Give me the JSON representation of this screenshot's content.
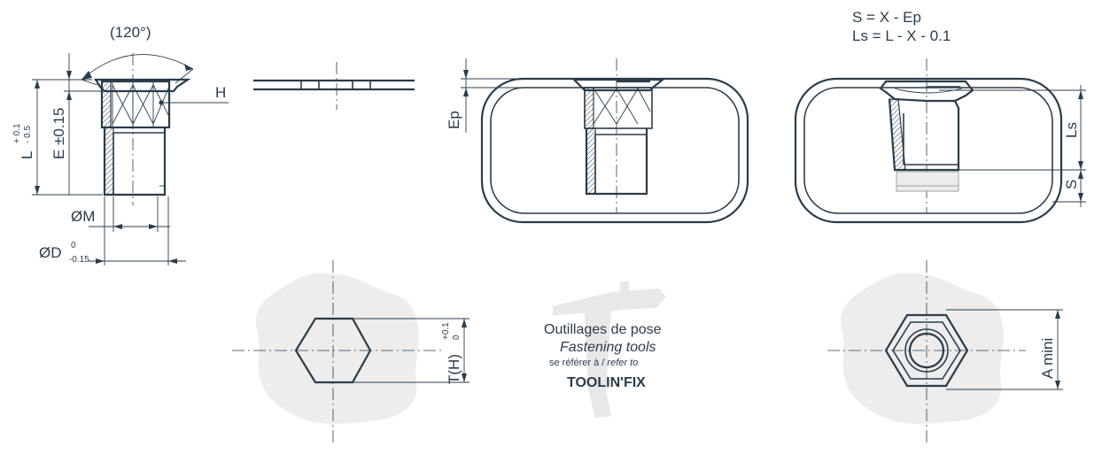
{
  "labels": {
    "angle": "(120°)",
    "h": "H",
    "l": "L",
    "l_tol_upper": "+ 0.1",
    "l_tol_lower": "- 0.5",
    "e": "E ±0.15",
    "m": "ØM",
    "d": "ØD",
    "d_tol_upper": "0",
    "d_tol_lower": "-0.15",
    "ep": "Ep",
    "ls": "Ls",
    "s": "S",
    "t": "T(H)",
    "t_tol_upper": "+0.1",
    "t_tol_lower": "0",
    "a_mini": "A mini"
  },
  "formulas": {
    "line1": "S = X - Ep",
    "line2": "Ls = L - X - 0.1"
  },
  "tools": {
    "title_fr": "Outillages de pose",
    "title_en": "Fastening tools",
    "ref_fr": "se référer à /",
    "ref_en": "refer to",
    "brand": "TOOLIN'FIX"
  },
  "colors": {
    "line": "#2b3c49",
    "fill_grey": "#ededed",
    "watermark": "#e6e6e6"
  }
}
